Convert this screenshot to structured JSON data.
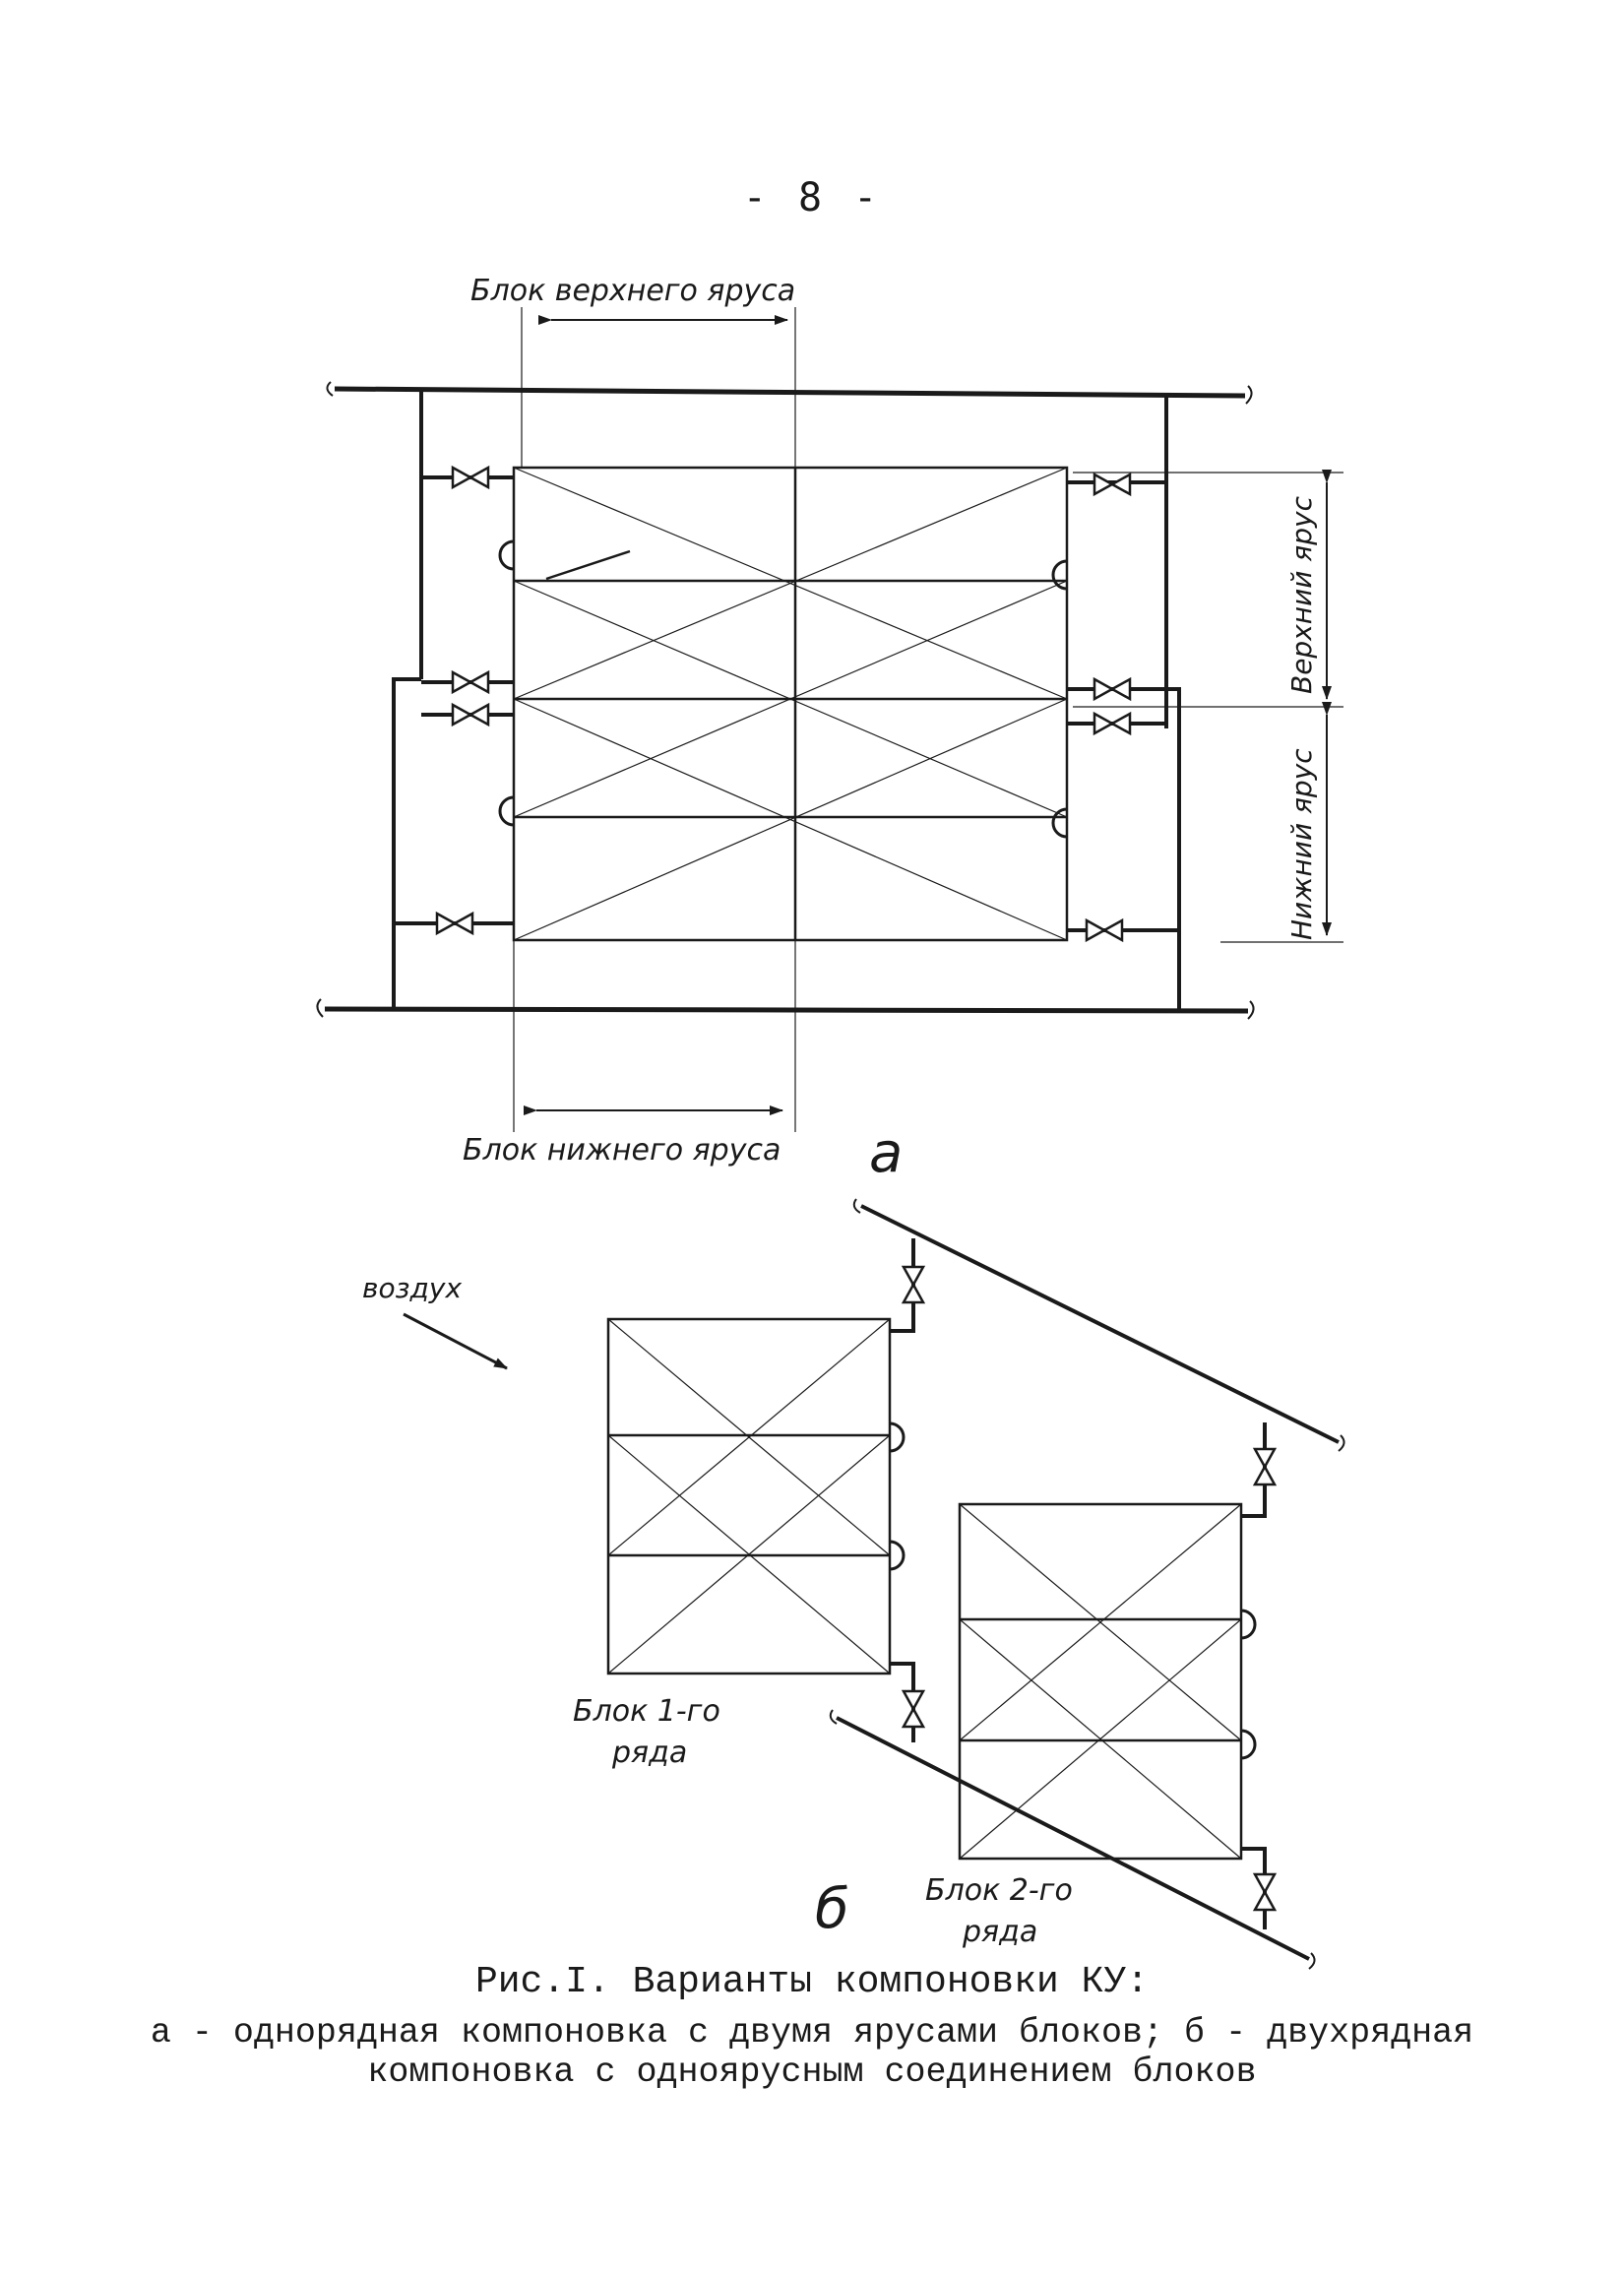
{
  "page_number": "- 8 -",
  "labels": {
    "upper_block": "Блок верхнего яруса",
    "lower_block": "Блок нижнего яруса",
    "upper_tier": "Верхний ярус",
    "lower_tier": "Нижний ярус",
    "variant_a": "а",
    "variant_b": "б",
    "air": "воздух",
    "block_row1_l1": "Блок 1-го",
    "block_row1_l2": "ряда",
    "block_row2_l1": "Блок 2-го",
    "block_row2_l2": "ряда"
  },
  "caption": {
    "title": "Рис.I. Варианты компоновки КУ:",
    "line1": "а - однорядная компоновка с двумя ярусами блоков; б - двухрядная",
    "line2": "компоновка с одноярусным соединением блоков"
  }
}
